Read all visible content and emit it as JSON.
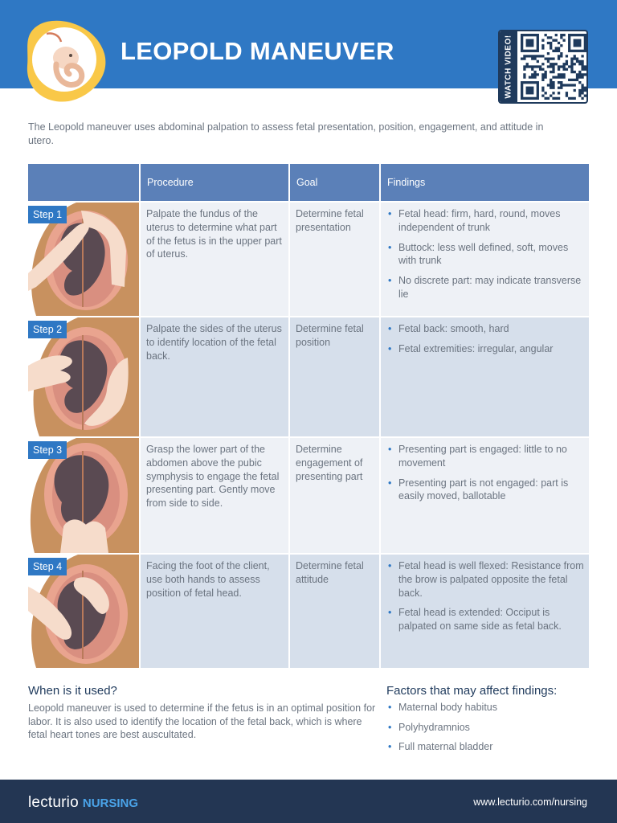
{
  "header": {
    "title": "LEOPOLD MANEUVER",
    "qr_label": "WATCH VIDEO!",
    "colors": {
      "bar": "#2f78c4",
      "logo_blob": "#f9c848"
    }
  },
  "intro": "The Leopold maneuver uses abdominal palpation to assess fetal presentation, position, engagement, and attitude in utero.",
  "table": {
    "columns": [
      "",
      "Procedure",
      "Goal",
      "Findings"
    ],
    "rows": [
      {
        "step": "Step 1",
        "procedure": "Palpate the fundus of the uterus to determine what part of the fetus is in the upper part of uterus.",
        "goal": "Determine fetal presentation",
        "findings": [
          "Fetal head: firm, hard, round, moves independent of trunk",
          "Buttock: less well defined, soft, moves with trunk",
          "No discrete part: may indicate transverse lie"
        ]
      },
      {
        "step": "Step 2",
        "procedure": "Palpate the sides of the uterus to identify location of the fetal back.",
        "goal": "Determine fetal position",
        "findings": [
          "Fetal back: smooth, hard",
          "Fetal extremities: irregular, angular"
        ]
      },
      {
        "step": "Step 3",
        "procedure": "Grasp the lower part of the abdomen above the pubic symphysis to engage the fetal presenting part. Gently move from side to side.",
        "goal": "Determine engagement of presenting part",
        "findings": [
          "Presenting part is engaged: little to no movement",
          "Presenting part is not engaged: part is easily moved, ballotable"
        ]
      },
      {
        "step": "Step 4",
        "procedure": "Facing the foot of the client, use both hands to assess position of fetal head.",
        "goal": "Determine fetal attitude",
        "findings": [
          "Fetal head is well flexed: Resistance from the brow is palpated opposite the fetal back.",
          "Fetal head is extended: Occiput is palpated on same side as fetal back."
        ]
      }
    ]
  },
  "when": {
    "title": "When is it used?",
    "text": "Leopold maneuver is used to determine if the fetus is in an optimal position for labor. It is also used to identify the location of the fetal back, which is where fetal heart tones are best auscultated."
  },
  "factors": {
    "title": "Factors that may affect findings:",
    "items": [
      "Maternal body habitus",
      "Polyhydramnios",
      "Full maternal bladder"
    ]
  },
  "footer": {
    "brand": "lecturio",
    "brand_sub": "NURSING",
    "url": "www.lecturio.com/nursing"
  }
}
